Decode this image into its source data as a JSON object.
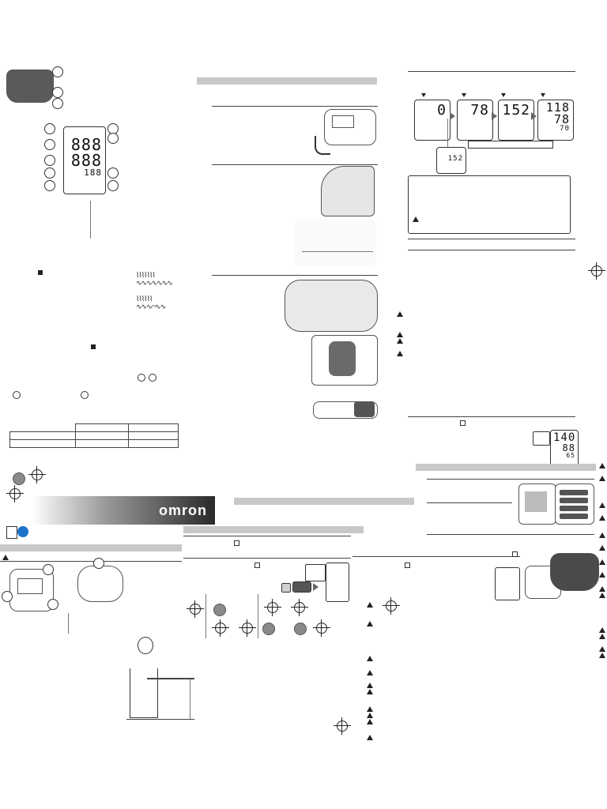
{
  "brand": {
    "logo_text": "omron"
  },
  "display_top": {
    "row1": "888",
    "row2": "888",
    "row3": "188"
  },
  "sequence": {
    "step1": "0",
    "step2": "78",
    "step3": "152",
    "step4_sys": "118",
    "step4_dia": "78",
    "step4_pulse": "70",
    "inset_value": "152"
  },
  "memory_display": {
    "sys": "140",
    "dia": "88",
    "pulse": "65"
  },
  "icons": {
    "warning": "warning-triangle-icon",
    "registration": "crosshair-registration-icon",
    "book": "instruction-book-icon",
    "info": "info-icon"
  },
  "colors": {
    "header_bar": "#c8c8c8",
    "logo_text": "#ffffff",
    "info_icon": "#1a73c9"
  }
}
